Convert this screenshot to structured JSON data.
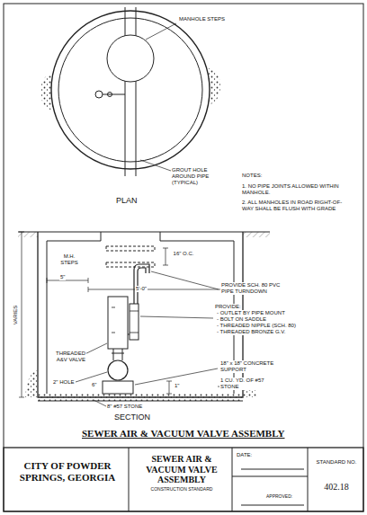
{
  "diagram": {
    "title": "SEWER AIR & VACUUM VALVE ASSEMBLY",
    "labels": [
      "MANHOLE STEPS",
      "GROUT HOLE AROUND PIPE (TYPICAL)",
      "PLAN",
      "NOTES:",
      "1. NO PIPE JOINTS ALLOWED WITHIN MANHOLE.",
      "2. ALL MANHOLES IN ROAD RIGHT-OF-WAY SHALL BE FLUSH WITH GRADE",
      "M.H. STEPS",
      "16\" O.C.",
      "5\"",
      "5'-0\"",
      "PROVIDE SCH. 80 PVC PIPE TURNDOWN",
      "VARIES",
      "PROVIDE:",
      "- OUTLET BY PIPE MOUNT",
      "- BOLT ON SADDLE",
      "- THREADED NIPPLE (SCH. 80)",
      "- THREADED BRONZE G.V.",
      "THREADED A&V VALVE",
      "18\" x 18\" CONCRETE SUPPORT",
      "2\" HOLE",
      "1\"",
      "6\"",
      "1 CU. YD. OF #57 STONE",
      "8\" #57 STONE",
      "SECTION",
      "CITY OF POWDER SPRINGS, GEORGIA",
      "SEWER AIR & VACUUM VALVE ASSEMBLY",
      "CONSTRUCTION STANDARD",
      "DATE:",
      "APPROVED:",
      "STANDARD NO.",
      "402.18"
    ]
  }
}
